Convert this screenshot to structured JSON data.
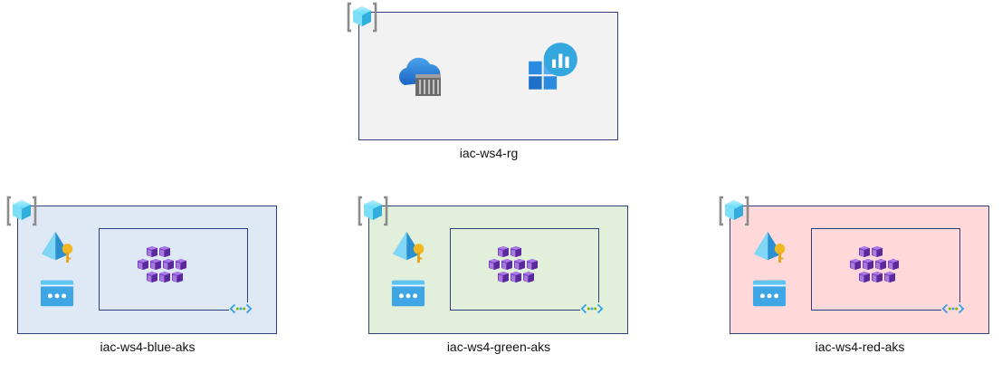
{
  "colors": {
    "border": "#2e3f7a",
    "rg_fill": "#f2f2f2",
    "blue_fill": "#dfe8f5",
    "green_fill": "#e2efda",
    "red_fill": "#ffd9d9"
  },
  "resource_groups": {
    "main": {
      "label": "iac-ws4-rg",
      "icons": [
        "resource-group-icon",
        "container-registry-icon",
        "log-analytics-icon"
      ]
    },
    "blue": {
      "label": "iac-ws4-blue-aks",
      "icons": [
        "resource-group-icon",
        "managed-identity-icon",
        "public-ip-icon",
        "aks-cluster-icon",
        "vnet-icon"
      ]
    },
    "green": {
      "label": "iac-ws4-green-aks",
      "icons": [
        "resource-group-icon",
        "managed-identity-icon",
        "public-ip-icon",
        "aks-cluster-icon",
        "vnet-icon"
      ]
    },
    "red": {
      "label": "iac-ws4-red-aks",
      "icons": [
        "resource-group-icon",
        "managed-identity-icon",
        "public-ip-icon",
        "aks-cluster-icon",
        "vnet-icon"
      ]
    }
  }
}
